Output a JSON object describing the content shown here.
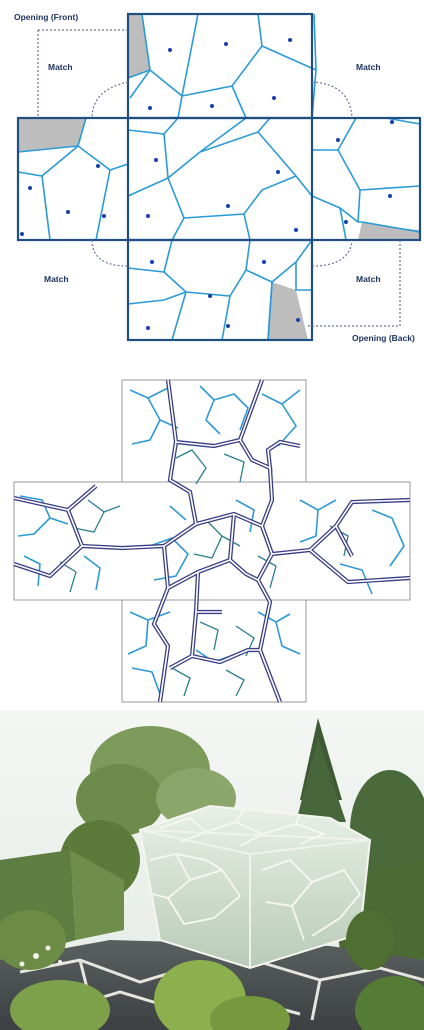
{
  "net_diagram": {
    "labels": {
      "opening_front": "Opening (Front)",
      "opening_back": "Opening (Back)",
      "match_top_left": "Match",
      "match_top_right": "Match",
      "match_bottom_left": "Match",
      "match_bottom_right": "Match"
    },
    "colors": {
      "outline": "#1e4f80",
      "cell_edge": "#2a9bd6",
      "seed": "#1a3fa8",
      "opening_fill": "#bdbdbd",
      "match_link": "#6a7396"
    }
  },
  "pattern_diagram": {
    "colors": {
      "frame": "#9a9a9a",
      "fine_edge_a": "#2d9ad4",
      "fine_edge_b": "#2a7f8e",
      "thick_edge": "#3a3e86"
    }
  },
  "rendering": {
    "subject": "greenhouse-pavilion-rendering",
    "colors": {
      "foliage": "#5c7b3a",
      "glass": "#d7e6d6",
      "path": "#4e5356"
    }
  }
}
